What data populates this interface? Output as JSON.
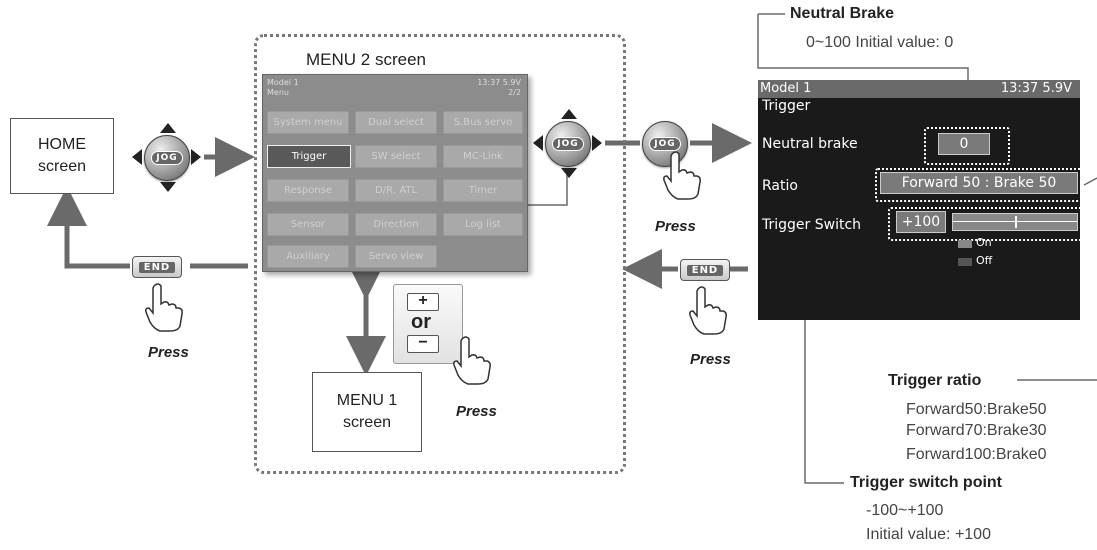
{
  "home_screen": {
    "label": "HOME\nscreen"
  },
  "menu1_screen": {
    "label": "MENU 1\nscreen"
  },
  "menu2_screen": {
    "title": "MENU 2 screen",
    "header_left_top": "Model 1",
    "header_left_bottom": "Menu",
    "header_right_top": "13:37 5.9V",
    "header_right_bottom": "2/2",
    "buttons": [
      [
        "System menu",
        "Dual select",
        "S.Bus servo"
      ],
      [
        "Trigger",
        "SW select",
        "MC-Link"
      ],
      [
        "Response",
        "D/R, ATL",
        "Timer"
      ],
      [
        "Sensor",
        "Direction",
        "Log list"
      ],
      [
        "Auxiliary",
        "Servo view",
        ""
      ]
    ],
    "selected": "Trigger"
  },
  "or_label": "or",
  "press_label": "Press",
  "jog_label": "JOG",
  "end_label": "END",
  "trigger_screen": {
    "model": "Model 1",
    "status": "13:37 5.9V",
    "title": "Trigger",
    "neutral_brake_label": "Neutral brake",
    "neutral_brake_value": "0",
    "ratio_label": "Ratio",
    "ratio_value": "Forward 50 : Brake 50",
    "trigger_switch_label": "Trigger Switch",
    "trigger_switch_value": "+100",
    "legend_on": "On",
    "legend_off": "Off"
  },
  "neutral_brake": {
    "heading": "Neutral Brake",
    "detail": "0~100  Initial value: 0"
  },
  "trigger_ratio": {
    "heading": "Trigger ratio",
    "options": [
      "Forward50:Brake50",
      "Forward70:Brake30",
      "Forward100:Brake0"
    ]
  },
  "trigger_switch_point": {
    "heading": "Trigger switch point",
    "range": "-100~+100",
    "initial": "Initial value: +100"
  },
  "colors": {
    "arrow": "#6a6a6a",
    "screen_bg": "#1a1a1a",
    "menu_bg": "#8c8c8c",
    "selected_btn": "#595959"
  }
}
